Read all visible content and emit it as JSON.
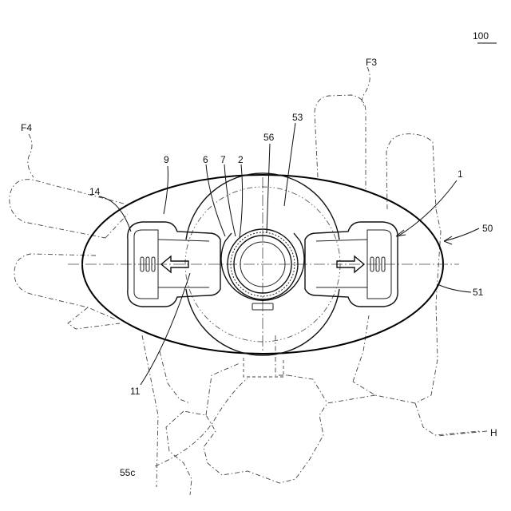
{
  "figure_ref": "100",
  "labels": {
    "f3": "F3",
    "f4": "F4",
    "l9": "9",
    "l14": "14",
    "l6": "6",
    "l7": "7",
    "l2": "2",
    "l56": "56",
    "l53": "53",
    "l1": "1",
    "l50": "50",
    "l51": "51",
    "l11": "11",
    "l55c": "55c",
    "h": "H"
  }
}
